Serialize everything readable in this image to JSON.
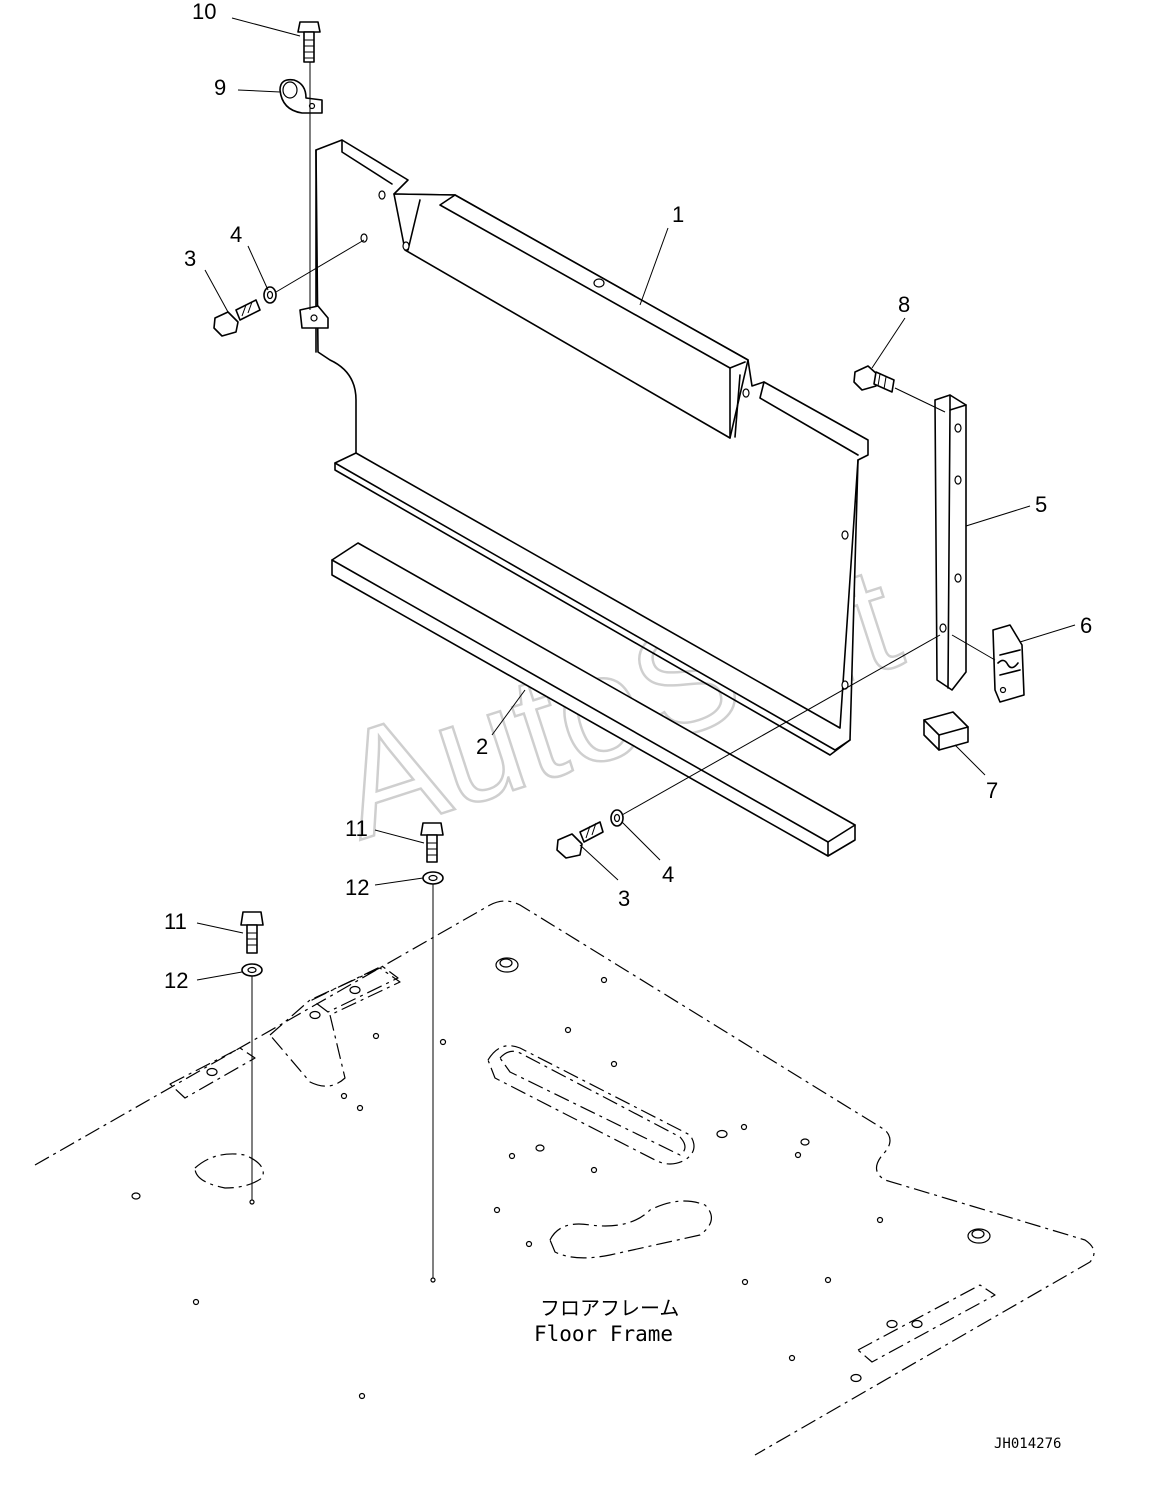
{
  "callouts": {
    "c1": "1",
    "c2": "2",
    "c3a": "3",
    "c3b": "3",
    "c4a": "4",
    "c4b": "4",
    "c5": "5",
    "c6": "6",
    "c7": "7",
    "c8": "8",
    "c9": "9",
    "c10": "10",
    "c11a": "11",
    "c11b": "11",
    "c12a": "12",
    "c12b": "12"
  },
  "floor_label": {
    "jp": "フロアフレーム",
    "en": "Floor Frame"
  },
  "watermark": "AutoSoft",
  "drawing_id": "JH014276",
  "colors": {
    "line": "#000000",
    "background": "#ffffff",
    "watermark": "#d8d8d8"
  }
}
